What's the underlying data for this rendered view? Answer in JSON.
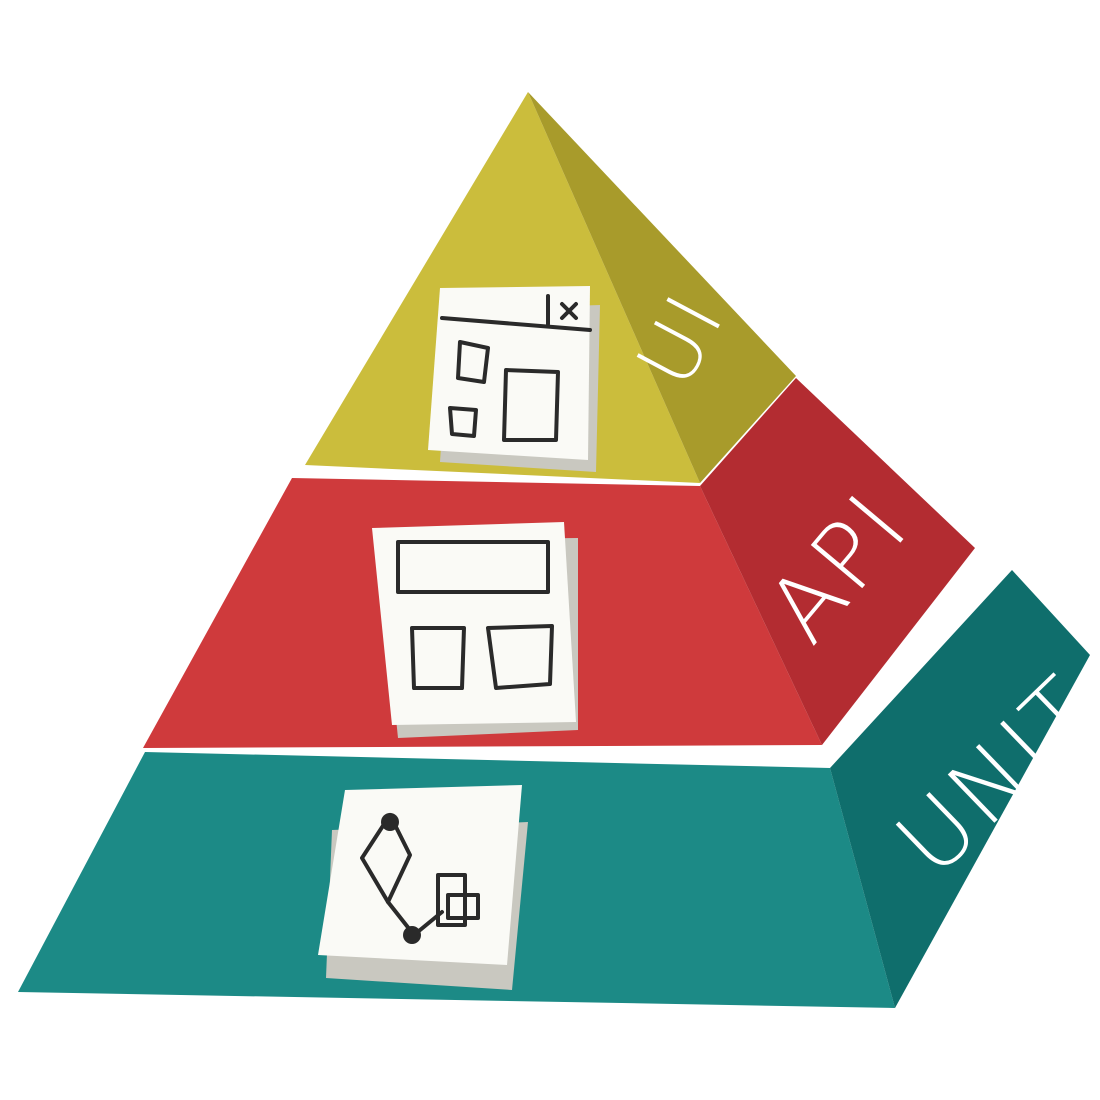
{
  "tiers": [
    {
      "id": "ui",
      "label": "UI",
      "front": "#cbbd3c",
      "side": "#a89b2b",
      "icon": "window-icon"
    },
    {
      "id": "api",
      "label": "API",
      "front": "#cf3a3c",
      "side": "#b32c31",
      "icon": "layout-icon"
    },
    {
      "id": "unit",
      "label": "UNIT",
      "front": "#1c8a86",
      "side": "#0f6e6c",
      "icon": "flow-icon"
    }
  ]
}
